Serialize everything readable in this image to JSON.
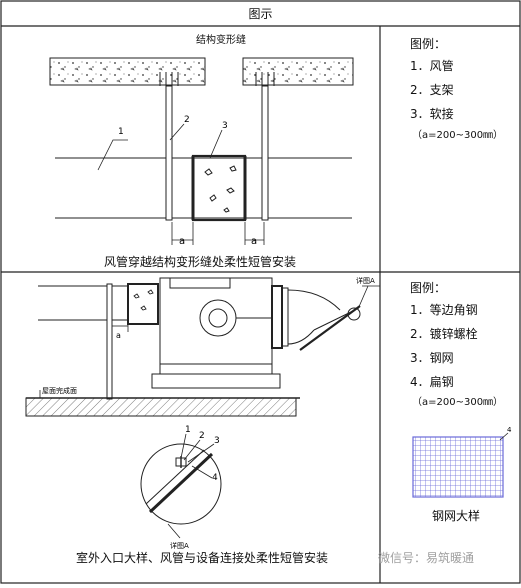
{
  "header": {
    "title": "图示"
  },
  "top_panel": {
    "joint_label": "结构变形缝",
    "caption": "风管穿越结构变形缝处柔性短管安装",
    "callouts": [
      "1",
      "2",
      "3"
    ],
    "dimension_label": "a",
    "legend": {
      "title": "图例：",
      "items": [
        "1．风管",
        "2．支架",
        "3．软接"
      ],
      "note": "（a=200~300㎜）"
    }
  },
  "bottom_panel": {
    "caption": "室外入口大样、风管与设备连接处柔性短管安装",
    "detail_ref_label": "详图A",
    "floor_label": "屋面完成面",
    "dimension_label": "a",
    "detail_callouts": [
      "1",
      "2",
      "3",
      "4"
    ],
    "detail_title": "详图A",
    "legend": {
      "title": "图例：",
      "items": [
        "1．等边角钢",
        "2．镀锌螺栓",
        "3．钢网",
        "4．扁钢"
      ],
      "note": "（a=200~300㎜）"
    },
    "mesh_callout": "4",
    "mesh_caption": "钢网大样"
  },
  "watermark": {
    "text": "微信号：易筑暖通"
  }
}
